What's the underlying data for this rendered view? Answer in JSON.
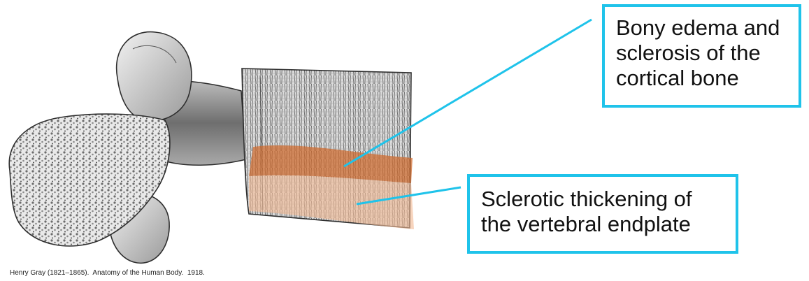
{
  "annotations": {
    "edema": "Bony edema and\nsclerosis of the\ncortical bone",
    "endplate": "Sclerotic thickening of\nthe vertebral endplate"
  },
  "credit": "Henry Gray (1821–1865).  Anatomy of the Human Body.  1918.",
  "colors": {
    "callout_border": "#1fc3ea",
    "edema_overlay": "#cf6a2c",
    "endplate_overlay": "#f2b994",
    "bone_line": "#2e2e2e"
  },
  "icons": [
    "vertebra-illustration"
  ]
}
